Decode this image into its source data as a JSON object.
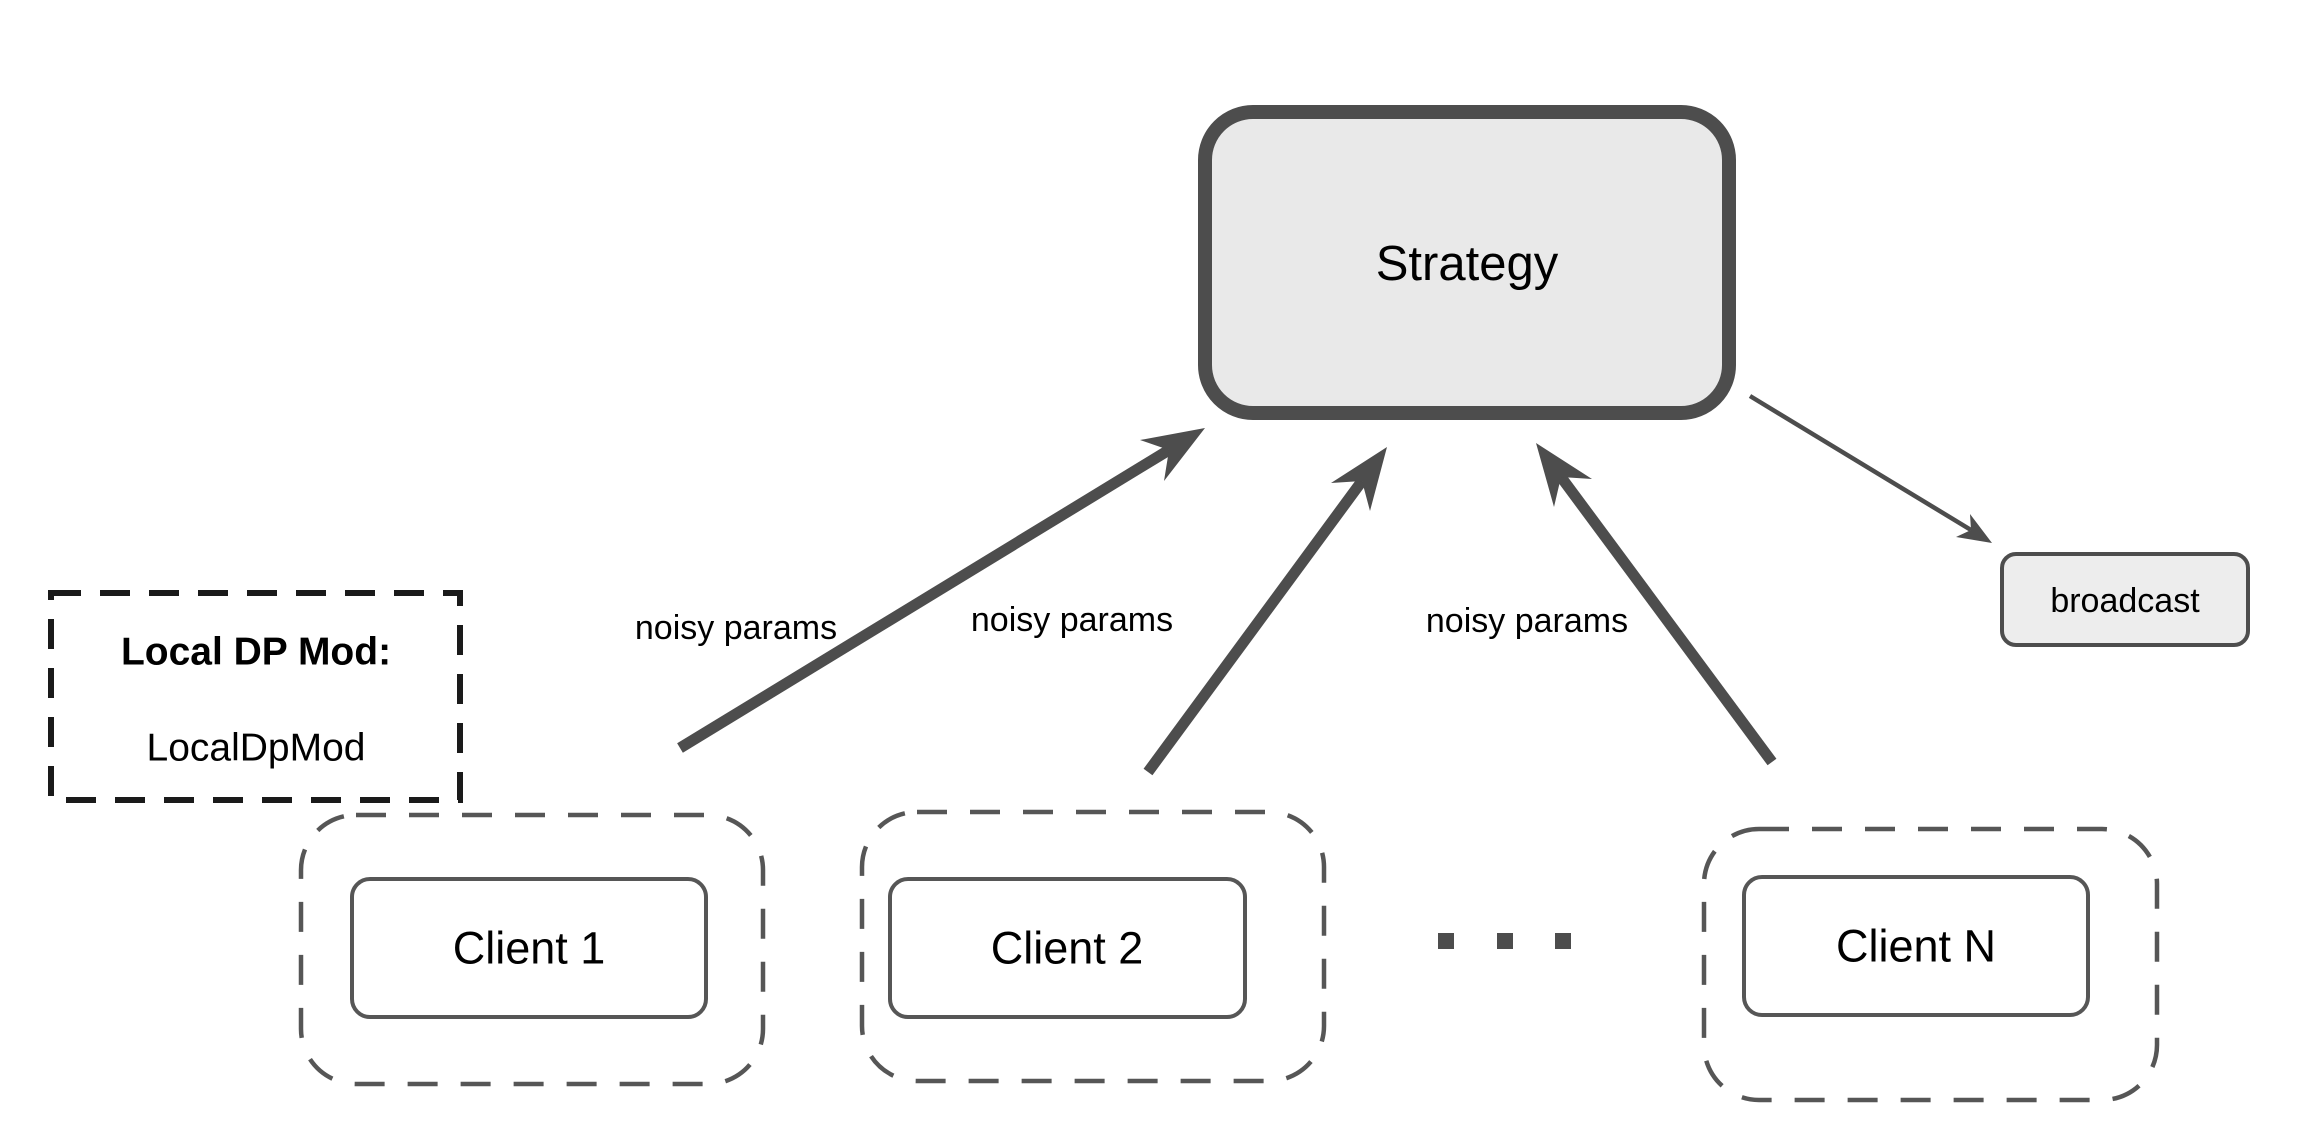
{
  "diagram": {
    "strategy": {
      "label": "Strategy"
    },
    "broadcast": {
      "label": "broadcast"
    },
    "local_dp_mod": {
      "title": "Local DP Mod:",
      "value": "LocalDpMod"
    },
    "clients": [
      {
        "label": "Client 1"
      },
      {
        "label": "Client 2"
      },
      {
        "label": "Client N"
      }
    ],
    "arrow_labels": [
      {
        "text": "noisy params"
      },
      {
        "text": "noisy params"
      },
      {
        "text": "noisy params"
      }
    ],
    "colors": {
      "arrow_gray": "#4d4d4d",
      "strategy_fill": "#e9e9e9",
      "broadcast_fill": "#ededed",
      "client_border": "#565656",
      "dash_black": "#1a1a1a",
      "background": "#ffffff"
    }
  }
}
